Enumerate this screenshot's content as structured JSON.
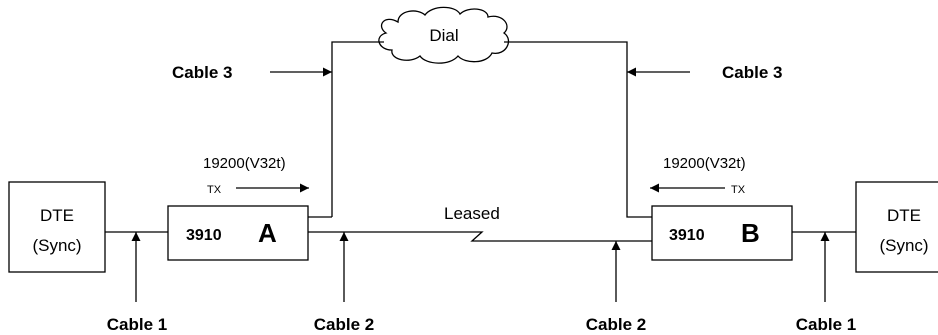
{
  "cloud": {
    "label": "Dial"
  },
  "cables": {
    "cable3_left": "Cable 3",
    "cable3_right": "Cable 3",
    "cable1_left": "Cable 1",
    "cable2_left": "Cable 2",
    "cable2_right": "Cable 2",
    "cable1_right": "Cable 1"
  },
  "devices": {
    "dte_left": {
      "line1": "DTE",
      "line2": "(Sync)"
    },
    "dte_right": {
      "line1": "DTE",
      "line2": "(Sync)"
    },
    "modem_a": {
      "model": "3910",
      "letter": "A"
    },
    "modem_b": {
      "model": "3910",
      "letter": "B"
    }
  },
  "links": {
    "leased_label": "Leased",
    "speed_left": "19200(V32t)",
    "speed_right": "19200(V32t)",
    "tx_left": "TX",
    "tx_right": "TX"
  }
}
